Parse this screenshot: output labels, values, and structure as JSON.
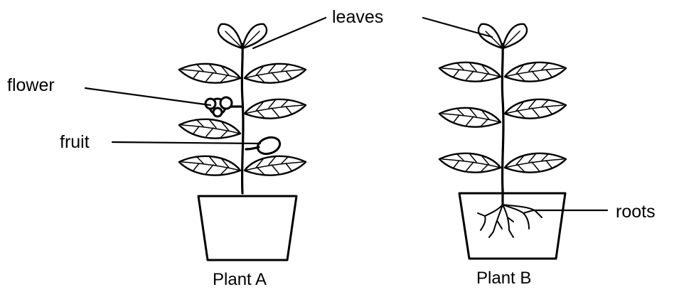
{
  "labels": {
    "leaves": "leaves",
    "flower": "flower",
    "fruit": "fruit",
    "roots": "roots"
  },
  "captions": {
    "plant_a": "Plant A",
    "plant_b": "Plant B"
  }
}
